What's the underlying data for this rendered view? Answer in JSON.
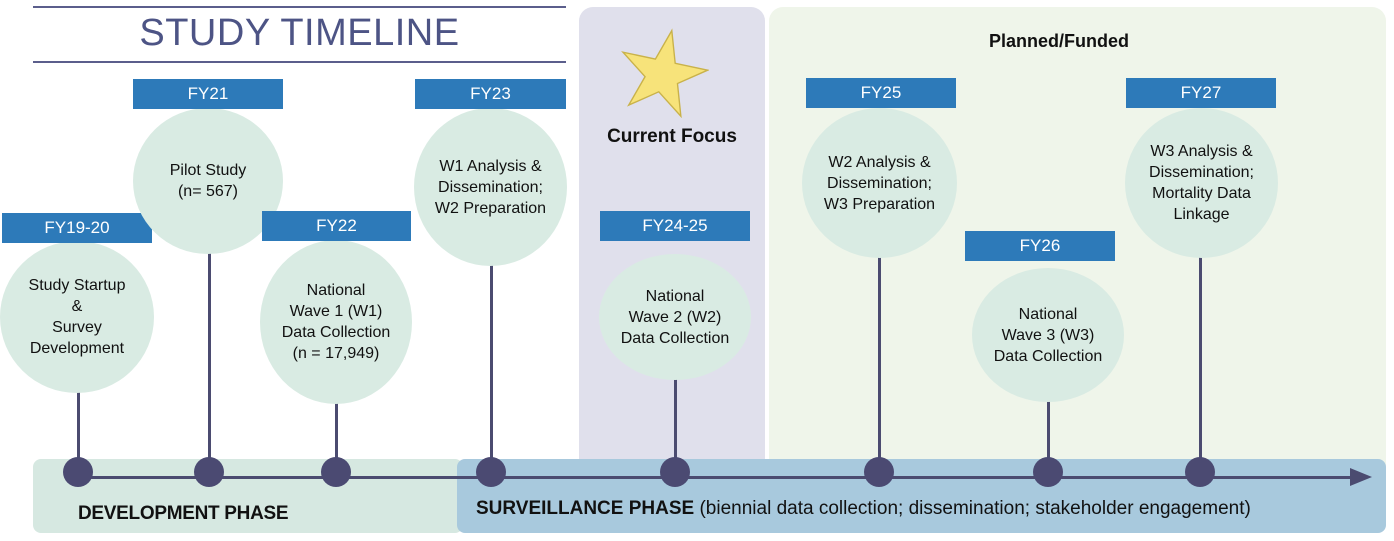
{
  "title": "STUDY TIMELINE",
  "planned_label": "Planned/Funded",
  "focus_label": "Current Focus",
  "phases": {
    "development": "DEVELOPMENT PHASE",
    "surveillance": "SURVEILLANCE PHASE",
    "surveillance_note": "(biennial data collection; dissemination; stakeholder engagement)"
  },
  "milestones": [
    {
      "fy": "FY19-20",
      "lines": [
        "Study Startup",
        "&",
        "Survey",
        "Development"
      ]
    },
    {
      "fy": "FY21",
      "lines": [
        "Pilot Study",
        "(n= 567)"
      ]
    },
    {
      "fy": "FY22",
      "lines": [
        "National",
        "Wave 1 (W1)",
        "Data Collection",
        "(n = 17,949)"
      ]
    },
    {
      "fy": "FY23",
      "lines": [
        "W1 Analysis &",
        "Dissemination;",
        "W2 Preparation"
      ]
    },
    {
      "fy": "FY24-25",
      "lines": [
        "National",
        "Wave 2 (W2)",
        "Data Collection"
      ]
    },
    {
      "fy": "FY25",
      "lines": [
        "W2 Analysis &",
        "Dissemination;",
        "W3 Preparation"
      ]
    },
    {
      "fy": "FY26",
      "lines": [
        "National",
        "Wave 3 (W3)",
        "Data Collection"
      ]
    },
    {
      "fy": "FY27",
      "lines": [
        "W3 Analysis &",
        "Dissemination;",
        "Mortality Data",
        "Linkage"
      ]
    }
  ],
  "colors": {
    "fy_box": "#2d7ab9",
    "bubble": "#d9ebe3",
    "node": "#4b4a72",
    "focus_panel": "#e0e0ec",
    "planned_panel": "#eff5ea",
    "dev_band": "#d6e8e1",
    "surv_band": "#a8c9dd",
    "star": "#f7e37a"
  }
}
